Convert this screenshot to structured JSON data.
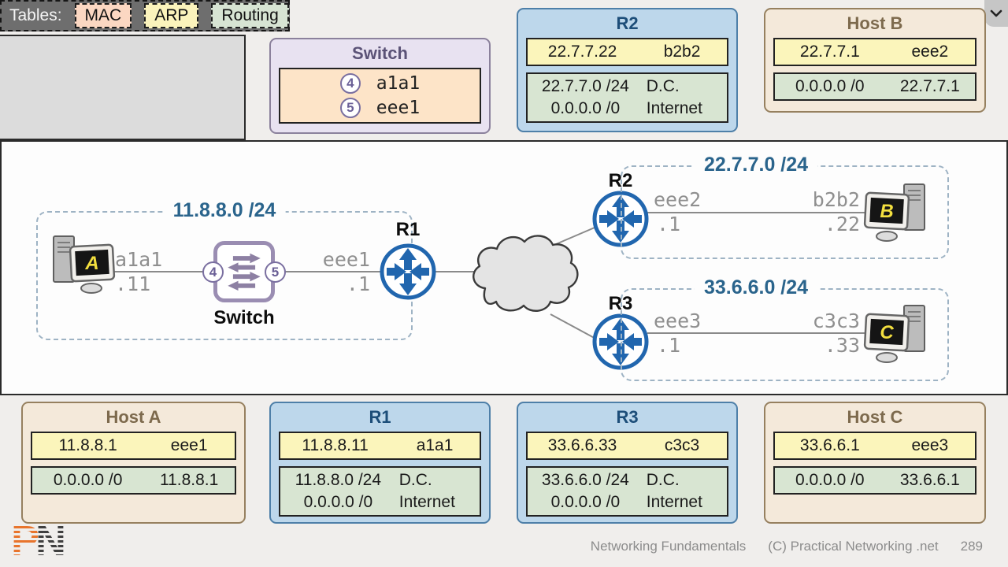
{
  "toolbar": {
    "label": "Tables:",
    "mac": "MAC",
    "arp": "ARP",
    "routing": "Routing"
  },
  "cards": {
    "switch": {
      "title": "Switch",
      "rows": [
        {
          "port": "4",
          "mac": "a1a1"
        },
        {
          "port": "5",
          "mac": "eee1"
        }
      ]
    },
    "r2": {
      "title": "R2",
      "arp_ip": "22.7.7.22",
      "arp_mac": "b2b2",
      "routes": [
        {
          "dest": "22.7.7.0 /24",
          "via": "D.C."
        },
        {
          "dest": "0.0.0.0 /0",
          "via": "Internet"
        }
      ]
    },
    "host_b": {
      "title": "Host B",
      "arp_ip": "22.7.7.1",
      "arp_mac": "eee2",
      "route_dest": "0.0.0.0 /0",
      "route_via": "22.7.7.1"
    },
    "host_a": {
      "title": "Host A",
      "arp_ip": "11.8.8.1",
      "arp_mac": "eee1",
      "route_dest": "0.0.0.0 /0",
      "route_via": "11.8.8.1"
    },
    "r1": {
      "title": "R1",
      "arp_ip": "11.8.8.11",
      "arp_mac": "a1a1",
      "routes": [
        {
          "dest": "11.8.8.0 /24",
          "via": "D.C."
        },
        {
          "dest": "0.0.0.0 /0",
          "via": "Internet"
        }
      ]
    },
    "r3": {
      "title": "R3",
      "arp_ip": "33.6.6.33",
      "arp_mac": "c3c3",
      "routes": [
        {
          "dest": "33.6.6.0 /24",
          "via": "D.C."
        },
        {
          "dest": "0.0.0.0 /0",
          "via": "Internet"
        }
      ]
    },
    "host_c": {
      "title": "Host C",
      "arp_ip": "33.6.6.1",
      "arp_mac": "eee3",
      "route_dest": "0.0.0.0 /0",
      "route_via": "33.6.6.1"
    }
  },
  "diagram": {
    "net1_label": "11.8.8.0 /24",
    "net2_label": "22.7.7.0 /24",
    "net3_label": "33.6.6.0 /24",
    "host_a": {
      "letter": "A",
      "mac": "a1a1",
      "ip": ".11"
    },
    "switch": {
      "label": "Switch",
      "port_left": "4",
      "port_right": "5"
    },
    "r1": {
      "label": "R1",
      "iface": "eee1",
      "ip": ".1"
    },
    "r2": {
      "label": "R2",
      "iface": "eee2",
      "ip": ".1"
    },
    "r3": {
      "label": "R3",
      "iface": "eee3",
      "ip": ".1"
    },
    "host_b": {
      "letter": "B",
      "mac": "b2b2",
      "ip": ".22"
    },
    "host_c": {
      "letter": "C",
      "mac": "c3c3",
      "ip": ".33"
    }
  },
  "footer": {
    "logo_p": "P",
    "logo_n": "N",
    "course": "Networking Fundamentals",
    "copyright": "(C) Practical Networking .net",
    "page": "289"
  },
  "colors": {
    "router_blue": "#2166ae",
    "switch_purple": "#9a8db2",
    "net_label_blue": "#2a648c",
    "mac_button": "#fbd7c2",
    "arp_button": "#fbf3bc",
    "routing_button": "#d7e4d3"
  }
}
